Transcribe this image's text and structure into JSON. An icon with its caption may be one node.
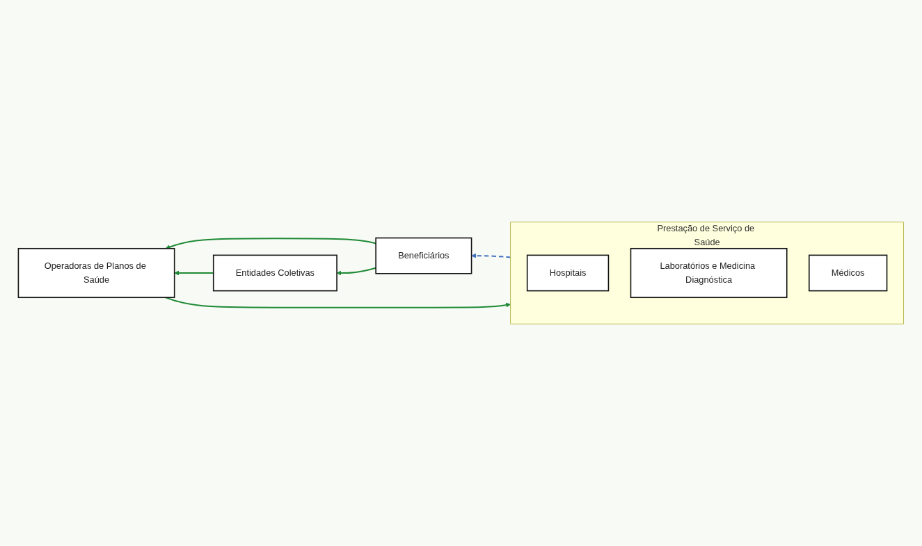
{
  "diagram": {
    "nodes": [
      {
        "text": [
          "Prestação de Serviço de Saúde"
        ]
      },
      {
        "text": [
          "Hospitais"
        ],
        "in": 0
      },
      {
        "text": [
          "Laboratórios e Medicina Diagnóstica"
        ],
        "in": 0
      },
      {
        "text": [
          "Médicos"
        ],
        "in": 0
      },
      {
        "text": [
          "Operadoras de Planos de Saúde"
        ]
      },
      {
        "text": [
          "Entidades Coletivas"
        ]
      },
      {
        "text": [
          "Beneficiários"
        ]
      }
    ],
    "edges": [
      {
        "from": 4,
        "to": 0,
        "arrow": "to",
        "color": "#1e8a35"
      },
      {
        "from": 6,
        "to": 4,
        "arrow": "to",
        "color": "#1e8a35"
      },
      {
        "from": 6,
        "to": 5,
        "arrow": "to",
        "color": "#1e8a35"
      },
      {
        "from": 5,
        "to": 4,
        "arrow": "to",
        "color": "#1e8a35"
      },
      {
        "from": 0,
        "to": 6,
        "arrow": "to",
        "style": "dashed",
        "color": "#4472c4"
      }
    ]
  }
}
